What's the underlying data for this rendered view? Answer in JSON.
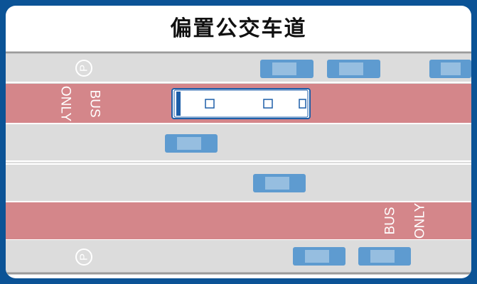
{
  "title": "偏置公交车道",
  "colors": {
    "background": "#0b5396",
    "road": "#dcdcdc",
    "bus_lane": "#d4868a",
    "car": "#5e9bd0",
    "car_glass": "#ffffff",
    "bus_body": "#ffffff",
    "bus_outline": "#1d5ea8",
    "line": "#ffffff",
    "edge": "#9a9a9a"
  },
  "markings": {
    "top_lane": {
      "word1": "ONLY",
      "word2": "BUS"
    },
    "bottom_lane": {
      "word1": "ONLY",
      "word2": "BUS"
    },
    "parking_symbol": "P"
  },
  "icons": [
    "parking-icon",
    "car-icon",
    "bus-icon"
  ]
}
